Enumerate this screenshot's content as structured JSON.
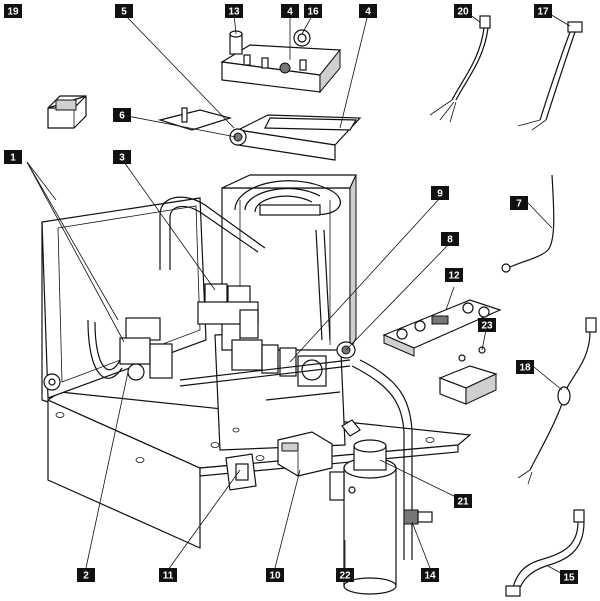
{
  "callouts": [
    {
      "id": "c19",
      "label": "19"
    },
    {
      "id": "c5",
      "label": "5"
    },
    {
      "id": "c13",
      "label": "13"
    },
    {
      "id": "c4a",
      "label": "4"
    },
    {
      "id": "c16",
      "label": "16"
    },
    {
      "id": "c4b",
      "label": "4"
    },
    {
      "id": "c20",
      "label": "20"
    },
    {
      "id": "c17",
      "label": "17"
    },
    {
      "id": "c6",
      "label": "6"
    },
    {
      "id": "c1",
      "label": "1"
    },
    {
      "id": "c3",
      "label": "3"
    },
    {
      "id": "c9",
      "label": "9"
    },
    {
      "id": "c7",
      "label": "7"
    },
    {
      "id": "c8",
      "label": "8"
    },
    {
      "id": "c12",
      "label": "12"
    },
    {
      "id": "c23",
      "label": "23"
    },
    {
      "id": "c18",
      "label": "18"
    },
    {
      "id": "c21",
      "label": "21"
    },
    {
      "id": "c2",
      "label": "2"
    },
    {
      "id": "c11",
      "label": "11"
    },
    {
      "id": "c10",
      "label": "10"
    },
    {
      "id": "c22",
      "label": "22"
    },
    {
      "id": "c14",
      "label": "14"
    },
    {
      "id": "c15",
      "label": "15"
    }
  ]
}
